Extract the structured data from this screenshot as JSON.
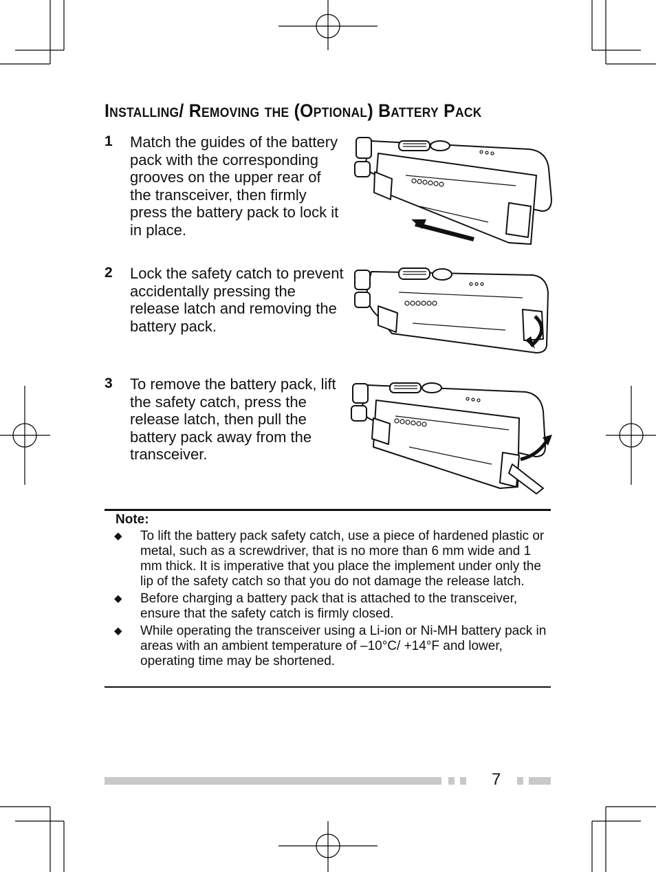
{
  "title": "Installing/ Removing the (Optional) Battery Pack",
  "steps": [
    {
      "number": "1",
      "text": "Match the guides of the battery pack with the corresponding grooves on the upper rear of the transceiver, then firmly press the battery pack to lock it in place."
    },
    {
      "number": "2",
      "text": "Lock the safety catch to prevent accidentally pressing the release latch and removing the battery pack."
    },
    {
      "number": "3",
      "text": "To remove the battery pack, lift the safety catch, press the release latch, then pull the battery pack away from the transceiver."
    }
  ],
  "note": {
    "label": "Note:",
    "bullet": "◆",
    "items": [
      "To lift the battery pack safety catch, use a piece of hardened plastic or metal, such as a screwdriver, that is no more than 6 mm wide and 1 mm thick.  It is imperative that you place the implement under only the lip of the safety catch so that you do not damage the release latch.",
      "Before charging a battery pack that is attached to the transceiver, ensure that the safety catch is firmly closed.",
      "While operating the transceiver using a Li-ion or Ni-MH battery pack in areas with an ambient temperature of –10°C/ +14°F and lower, operating time may be shortened."
    ]
  },
  "page_number": "7",
  "footer_color": "#c8c8c8"
}
